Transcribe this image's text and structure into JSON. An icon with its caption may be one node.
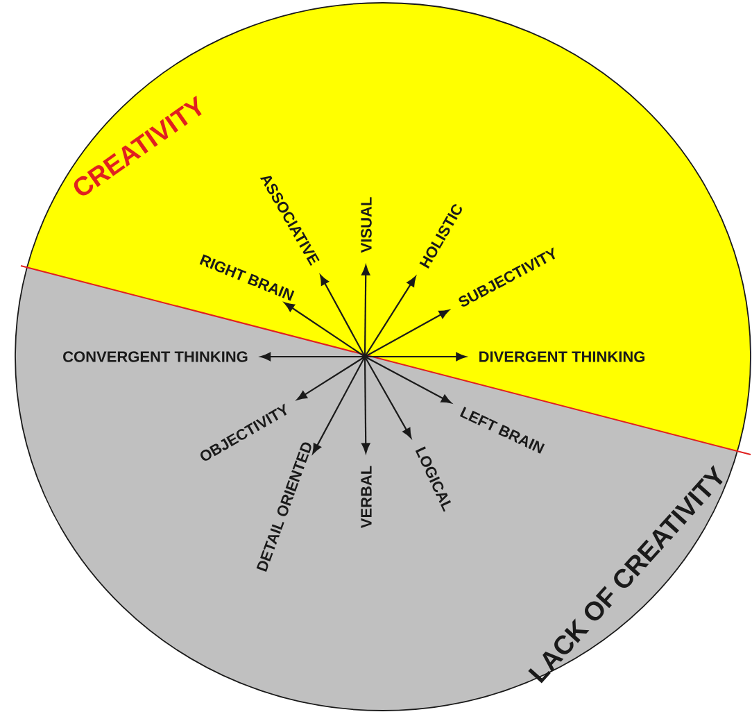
{
  "diagram": {
    "nodes": [
      {
        "text": [
          "ASSOCIATIVE"
        ]
      },
      {
        "text": [
          "VISUAL"
        ]
      },
      {
        "text": [
          "HOLISTIC"
        ]
      },
      {
        "text": [
          "RIGHT BRAIN"
        ]
      },
      {
        "text": [
          "SUBJECTIVITY"
        ]
      },
      {
        "text": [
          "CONVERGENT THINKING"
        ]
      },
      {
        "text": [
          "DIVERGENT THINKING"
        ]
      },
      {
        "text": [
          "OBJECTIVITY"
        ]
      },
      {
        "text": [
          "LEFT BRAIN"
        ]
      },
      {
        "text": [
          "DETAIL ORIENTED"
        ]
      },
      {
        "text": [
          "VERBAL"
        ]
      },
      {
        "text": [
          "LOGICAL"
        ]
      }
    ],
    "edges": [
      {
        "from": null,
        "to": 0,
        "arrow": "to"
      },
      {
        "from": null,
        "to": 1,
        "arrow": "to"
      },
      {
        "from": null,
        "to": 2,
        "arrow": "to"
      },
      {
        "from": null,
        "to": 3,
        "arrow": "to"
      },
      {
        "from": null,
        "to": 4,
        "arrow": "to"
      },
      {
        "from": null,
        "to": 5,
        "arrow": "to"
      },
      {
        "from": null,
        "to": 6,
        "arrow": "to"
      },
      {
        "from": null,
        "to": 7,
        "arrow": "to"
      },
      {
        "from": null,
        "to": 8,
        "arrow": "to"
      },
      {
        "from": null,
        "to": 9,
        "arrow": "to"
      },
      {
        "from": null,
        "to": 10,
        "arrow": "to"
      },
      {
        "from": null,
        "to": 11,
        "arrow": "to"
      }
    ],
    "labels": [
      "CREATIVITY",
      "LACK OF CREATIVITY"
    ]
  }
}
